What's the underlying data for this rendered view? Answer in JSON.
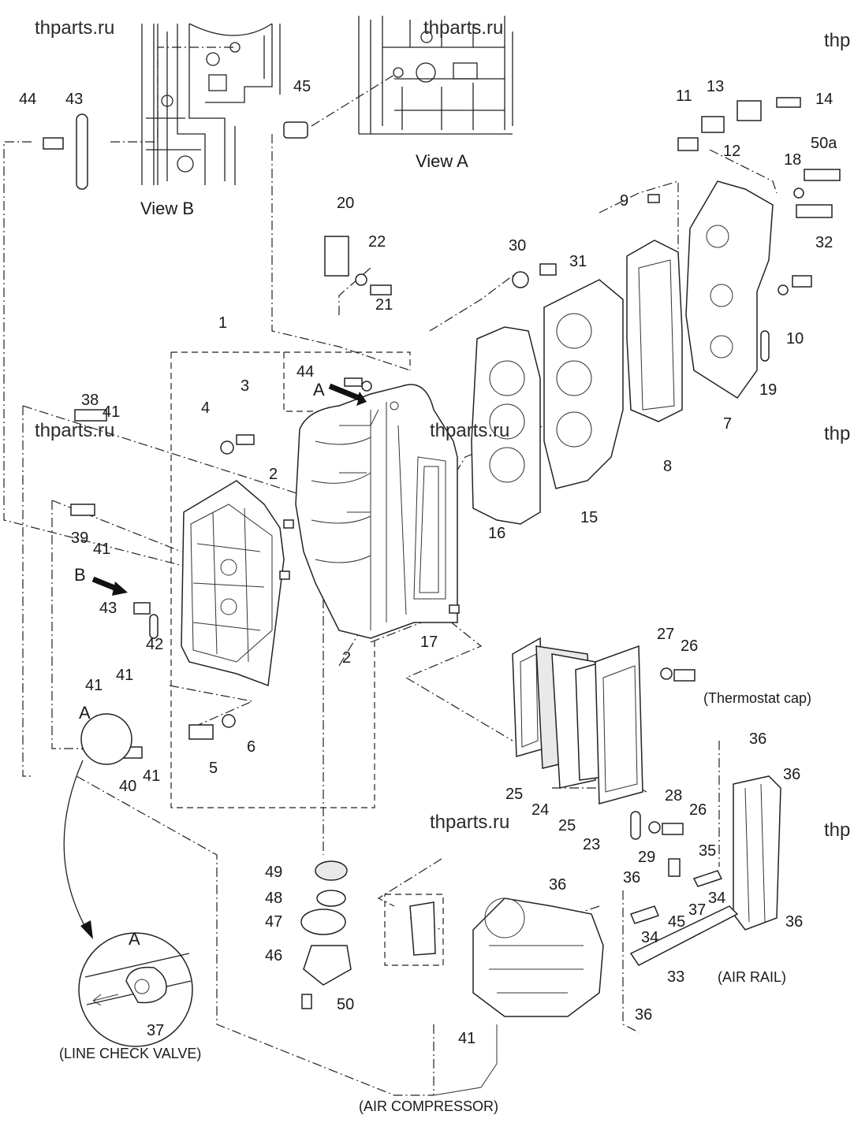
{
  "watermarks": [
    "thparts.ru",
    "thparts.ru",
    "thparts.ru",
    "thparts.ru",
    "thparts.ru",
    "thp",
    "thp",
    "thp"
  ],
  "views": {
    "view_a": "View A",
    "view_b": "View B"
  },
  "arrows": {
    "a": "A",
    "b": "B"
  },
  "detail": {
    "title": "A",
    "part": "37"
  },
  "captions": {
    "line_check_valve": "(LINE CHECK VALVE)",
    "air_compressor": "(AIR COMPRESSOR)",
    "air_rail": "(AIR RAIL)",
    "thermostat_cap": "(Thermostat cap)"
  },
  "callouts": {
    "p1": "1",
    "p2a": "2",
    "p2b": "2",
    "p3": "3",
    "p4": "4",
    "p5": "5",
    "p6": "6",
    "p7": "7",
    "p8": "8",
    "p9": "9",
    "p10": "10",
    "p11": "11",
    "p12": "12",
    "p13": "13",
    "p14": "14",
    "p15": "15",
    "p16": "16",
    "p17": "17",
    "p18": "18",
    "p19": "19",
    "p20": "20",
    "p21": "21",
    "p22": "22",
    "p23": "23",
    "p24": "24",
    "p25a": "25",
    "p25b": "25",
    "p26a": "26",
    "p26b": "26",
    "p27": "27",
    "p28": "28",
    "p29": "29",
    "p30": "30",
    "p31": "31",
    "p32": "32",
    "p33": "33",
    "p34a": "34",
    "p34b": "34",
    "p35": "35",
    "p36a": "36",
    "p36b": "36",
    "p36c": "36",
    "p36d": "36",
    "p36e": "36",
    "p36f": "36",
    "p37": "37",
    "p38": "38",
    "p39": "39",
    "p40": "40",
    "p41a": "41",
    "p41b": "41",
    "p41c": "41",
    "p41d": "41",
    "p41e": "41",
    "p41f": "41",
    "p42": "42",
    "p43a": "43",
    "p43b": "43",
    "p44a": "44",
    "p44b": "44",
    "p45a": "45",
    "p45b": "45",
    "p46": "46",
    "p47": "47",
    "p48": "48",
    "p49": "49",
    "p50": "50",
    "p50a": "50a"
  }
}
